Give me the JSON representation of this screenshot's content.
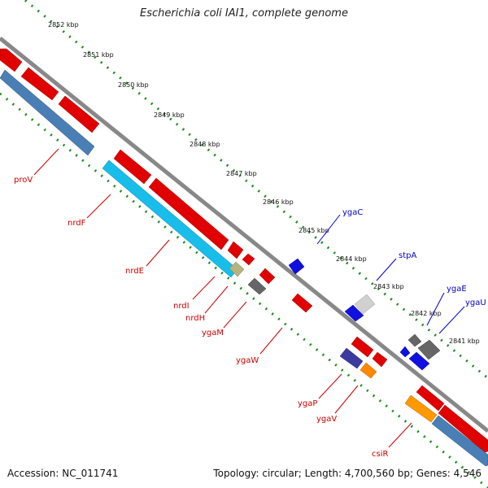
{
  "title": "Escherichia coli IAI1, complete genome",
  "accession": "Accession: NC_011741",
  "topology": "Topology: circular; Length: 4,700,560 bp; Genes: 4,546",
  "colors": {
    "forward_label": "#0000cc",
    "reverse_label": "#cc0000",
    "backbone": "#808080",
    "tick": "#1a8a1a"
  },
  "ticks": [
    "2852 kbp",
    "2851 kbp",
    "2850 kbp",
    "2849 kbp",
    "2848 kbp",
    "2847 kbp",
    "2846 kbp",
    "2845 kbp",
    "2844 kbp",
    "2843 kbp",
    "2842 kbp",
    "2841 kbp"
  ],
  "gene_labels": [
    {
      "text": "ygaC",
      "strand": "forward"
    },
    {
      "text": "stpA",
      "strand": "forward"
    },
    {
      "text": "ygaE",
      "strand": "forward"
    },
    {
      "text": "ygaU",
      "strand": "forward"
    },
    {
      "text": "proV",
      "strand": "reverse"
    },
    {
      "text": "nrdF",
      "strand": "reverse"
    },
    {
      "text": "nrdE",
      "strand": "reverse"
    },
    {
      "text": "nrdI",
      "strand": "reverse"
    },
    {
      "text": "nrdH",
      "strand": "reverse"
    },
    {
      "text": "ygaM",
      "strand": "reverse"
    },
    {
      "text": "ygaW",
      "strand": "reverse"
    },
    {
      "text": "ygaP",
      "strand": "reverse"
    },
    {
      "text": "ygaV",
      "strand": "reverse"
    },
    {
      "text": "csiR",
      "strand": "reverse"
    }
  ]
}
